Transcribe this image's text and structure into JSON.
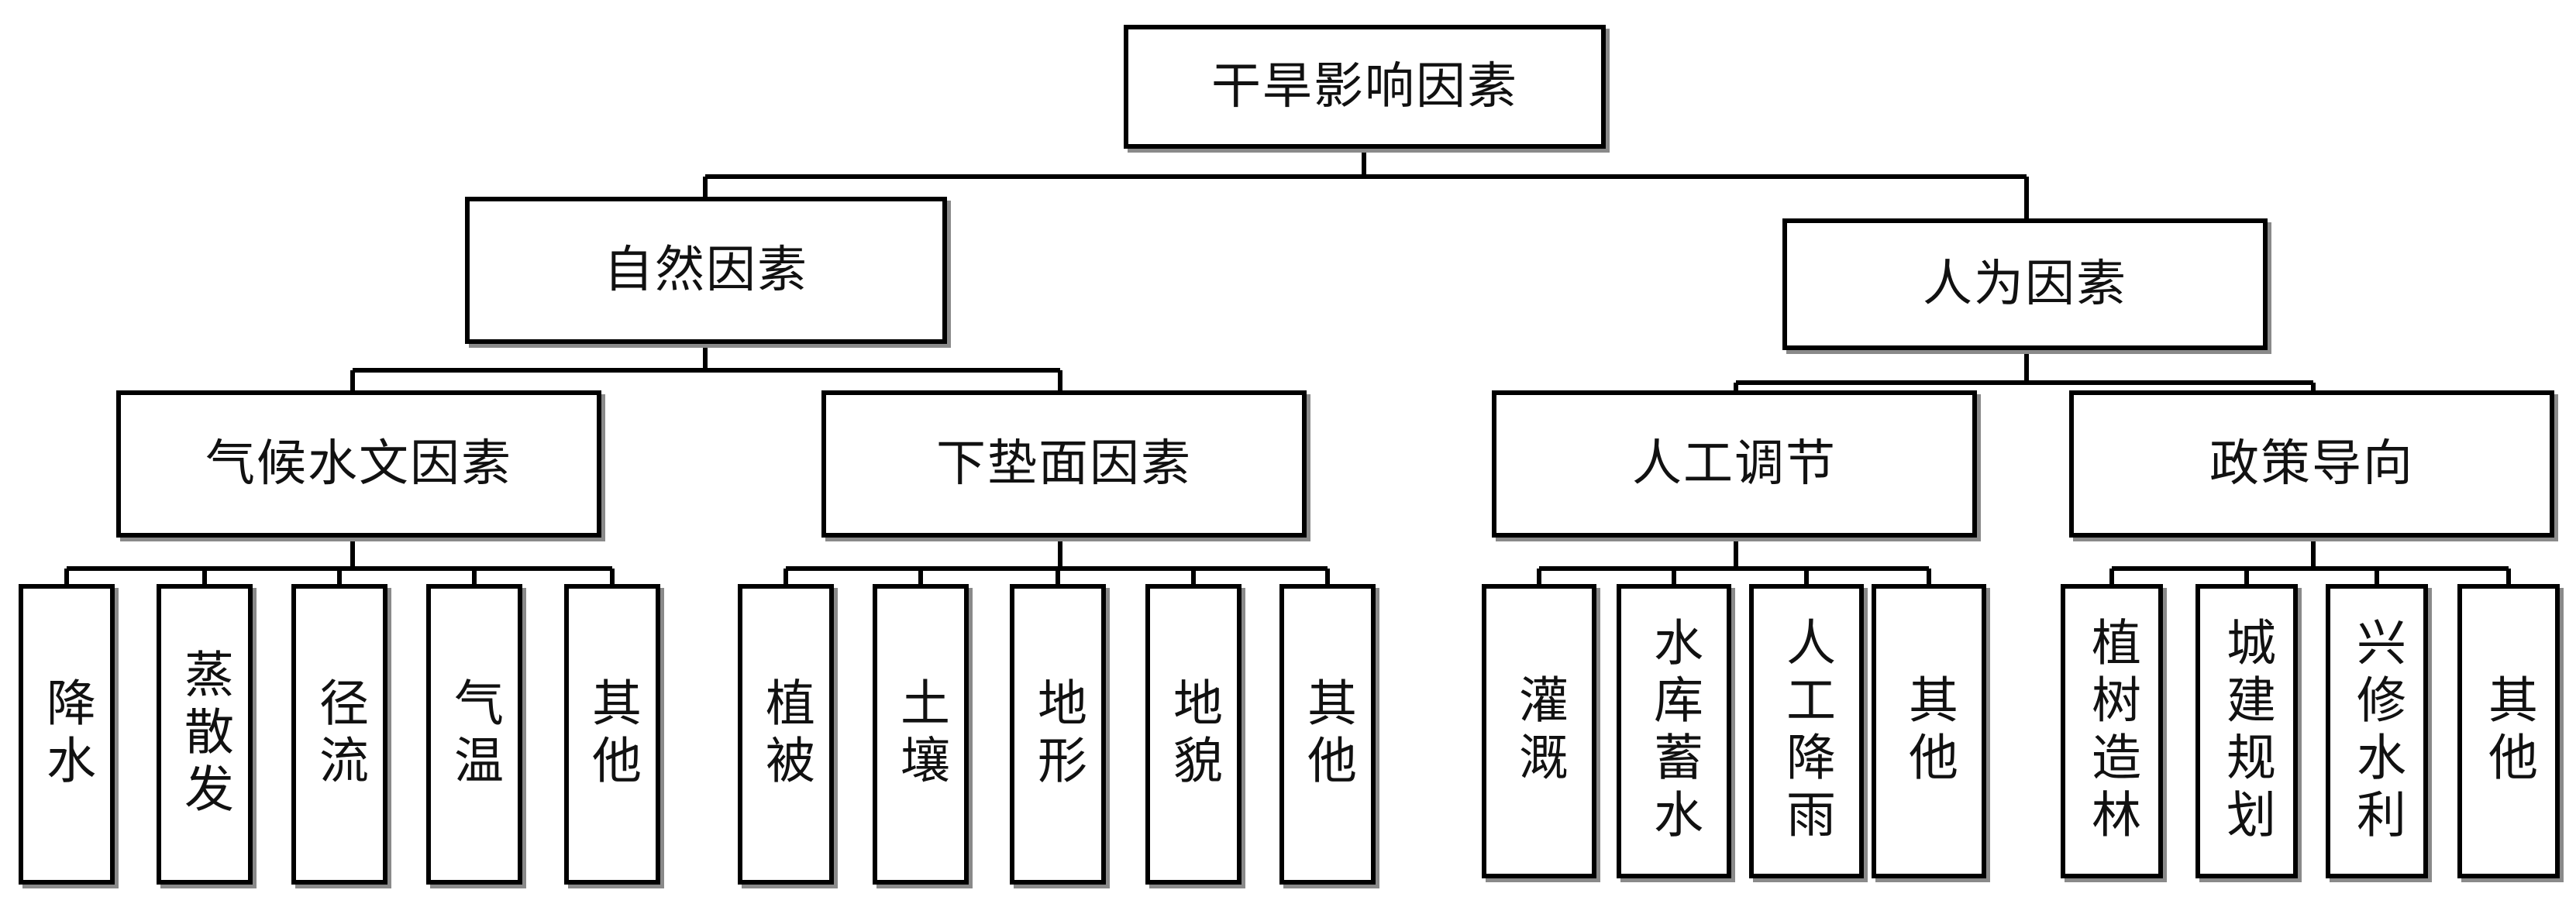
{
  "root": "干旱影响因素",
  "level1": {
    "natural": "自然因素",
    "human": "人为因素"
  },
  "level2": {
    "climate_hydrology": "气候水文因素",
    "underlying_surface": "下垫面因素",
    "human_regulation": "人工调节",
    "policy_guidance": "政策导向"
  },
  "leaves": {
    "climate_hydrology": [
      "降水",
      "蒸散发",
      "径流",
      "气温",
      "其他"
    ],
    "underlying_surface": [
      "植被",
      "土壤",
      "地形",
      "地貌",
      "其他"
    ],
    "human_regulation": [
      "灌溉",
      "水库蓄水",
      "人工降雨",
      "其他"
    ],
    "policy_guidance": [
      "植树造林",
      "城建规划",
      "兴修水利",
      "其他"
    ]
  }
}
